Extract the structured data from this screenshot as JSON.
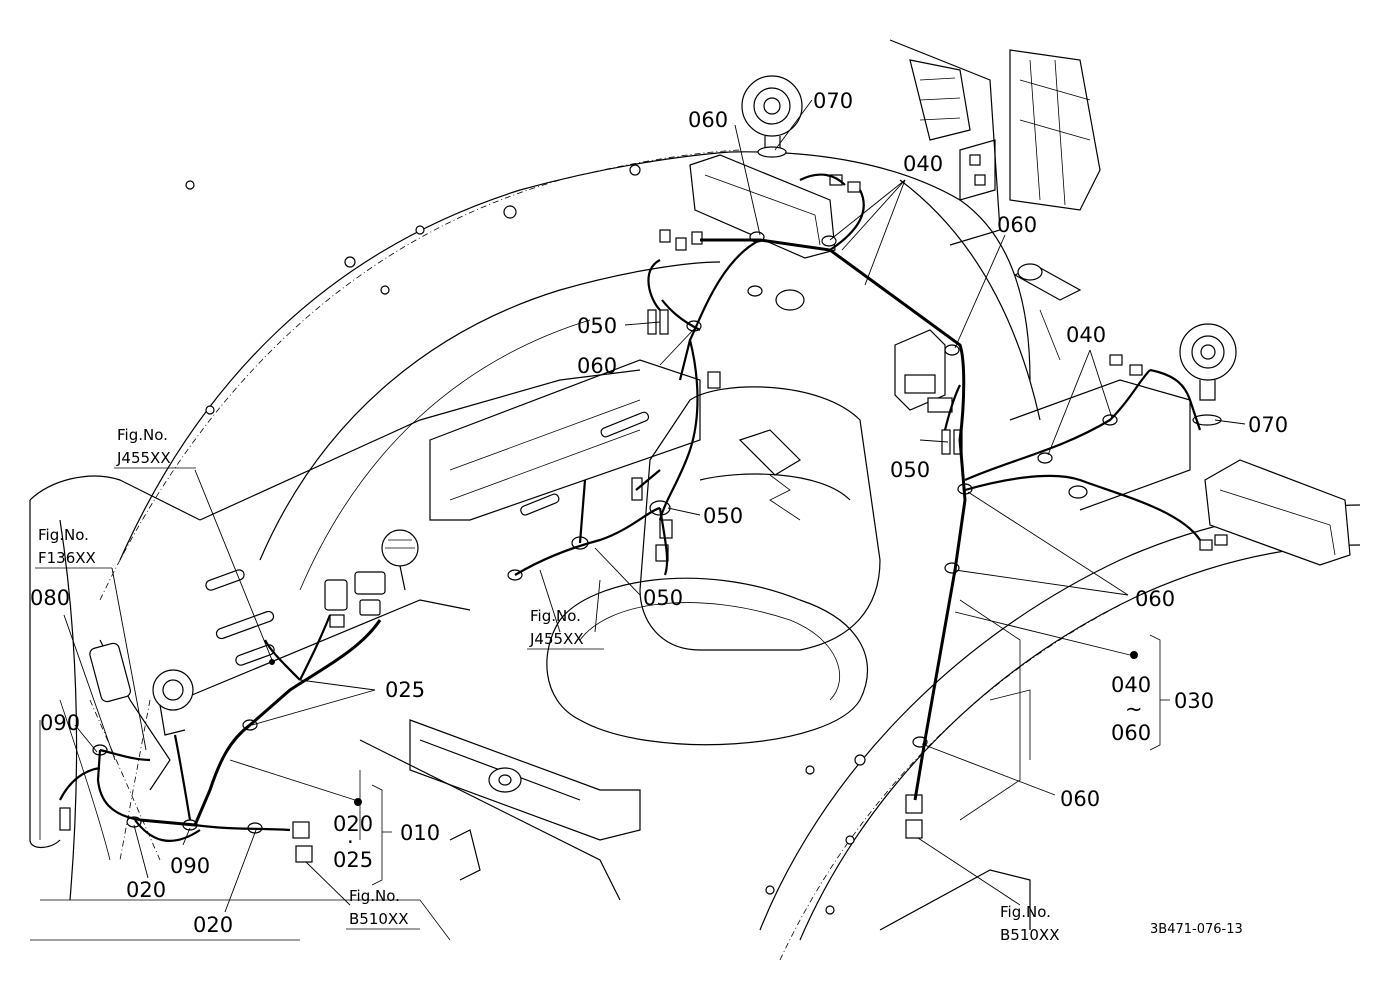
{
  "diagram_id": "3B471-076-13",
  "callouts": {
    "c070_top": "070",
    "c060_top": "060",
    "c040_top": "040",
    "c060_right_top": "060",
    "c050_left": "050",
    "c060_left": "060",
    "c040_right": "040",
    "c070_right": "070",
    "c050_mid": "050",
    "c050_center": "050",
    "c050_lower": "050",
    "c060_right_mid": "060",
    "c025": "025",
    "c080": "080",
    "c090_left": "090",
    "c090_bottom": "090",
    "c020_bottom_left": "020",
    "c020_bottom": "020",
    "c060_lower_right": "060"
  },
  "groups": {
    "g030": {
      "from": "040",
      "tilde": "~",
      "to": "060",
      "assembly": "030"
    },
    "g010": {
      "from": "020",
      "dot": "·",
      "to": "025",
      "assembly": "010"
    }
  },
  "figure_refs": {
    "j455_upper": {
      "prefix": "Fig.No.",
      "code": "J455XX"
    },
    "f136": {
      "prefix": "Fig.No.",
      "code": "F136XX"
    },
    "j455_lower": {
      "prefix": "Fig.No.",
      "code": "J455XX"
    },
    "b510_left": {
      "prefix": "Fig.No.",
      "code": "B510XX"
    },
    "b510_right": {
      "prefix": "Fig.No.",
      "code": "B510XX"
    }
  }
}
